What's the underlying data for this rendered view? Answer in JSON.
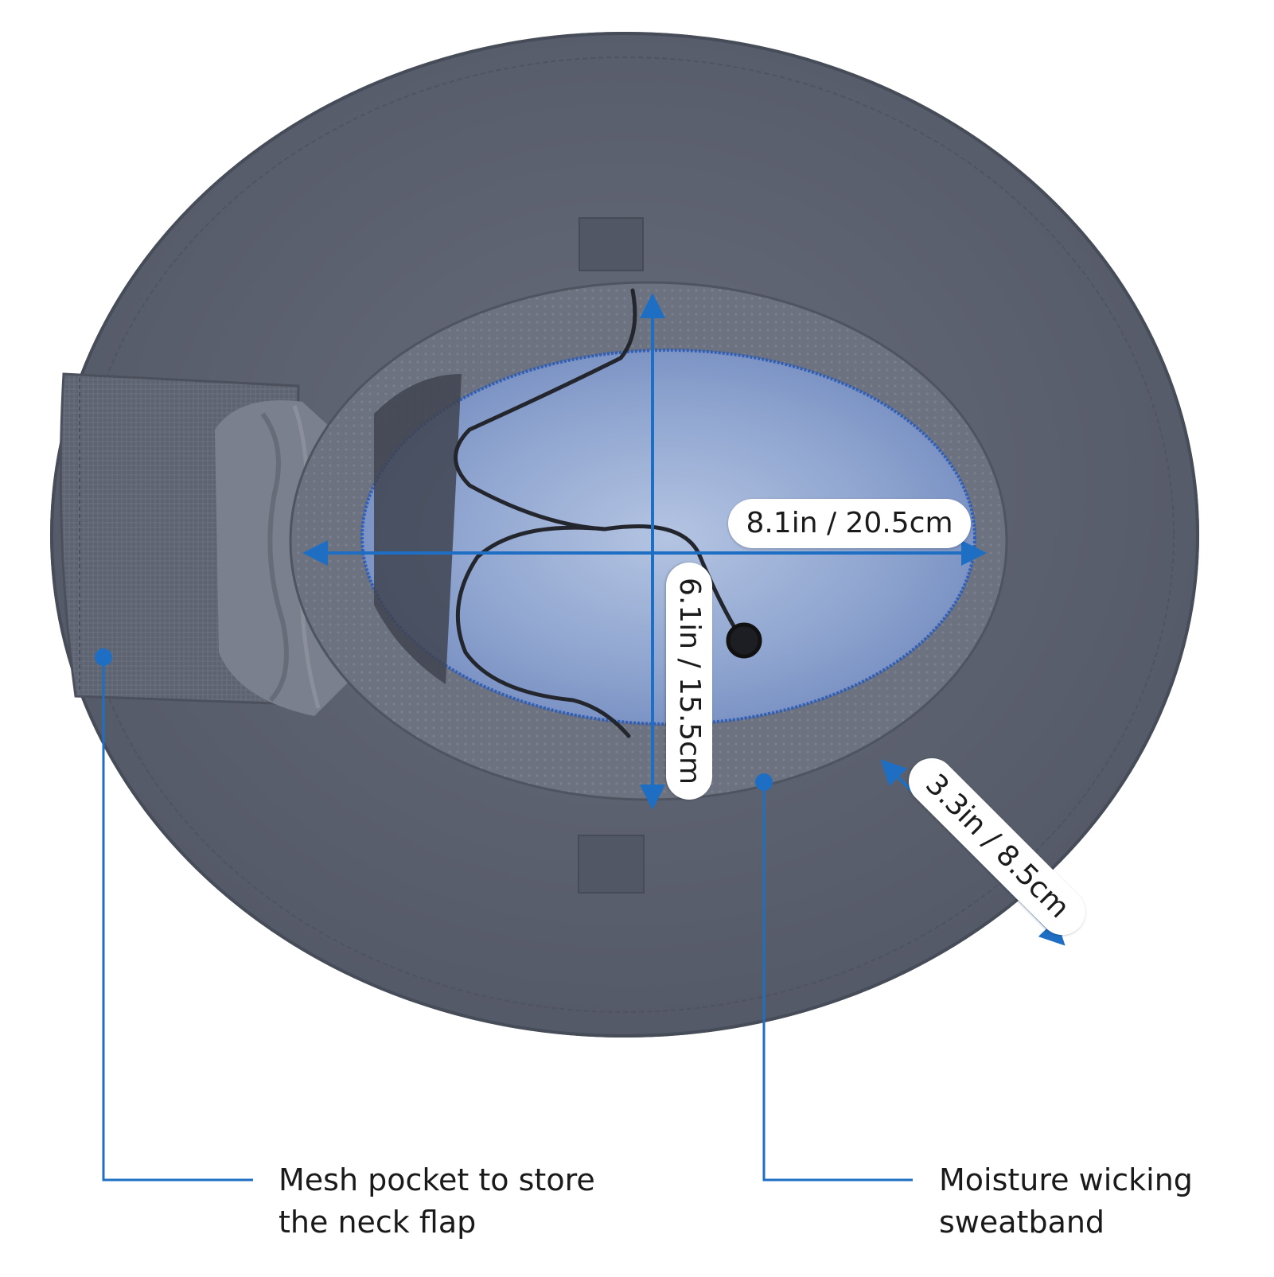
{
  "image": {
    "subject": "Inside view of a wide-brim sun hat with measurements and callouts",
    "colors": {
      "brim": "#5b606e",
      "brim_dark": "#4d5260",
      "sweatband": "#6e7380",
      "lining": "#8fa6d0",
      "accent_blue": "#1e6fc4",
      "background": "#ffffff",
      "label_bg": "#ffffff"
    }
  },
  "measurements": {
    "width": {
      "label": "8.1in / 20.5cm"
    },
    "depth": {
      "label": "6.1in / 15.5cm"
    },
    "brim": {
      "label": "3.3in / 8.5cm"
    }
  },
  "callouts": {
    "mesh_pocket": {
      "line1": "Mesh pocket to store",
      "line2": "the neck flap"
    },
    "sweatband": {
      "line1": "Moisture wicking",
      "line2": "sweatband"
    }
  }
}
